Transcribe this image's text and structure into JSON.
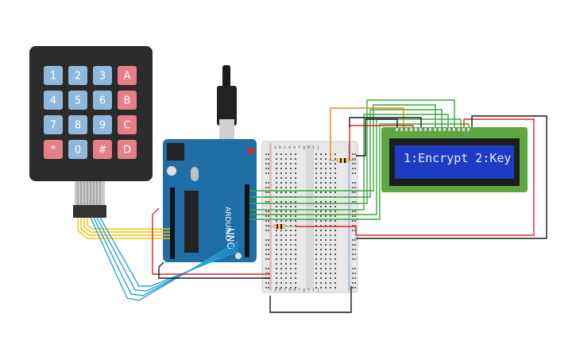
{
  "keypad": {
    "rows": [
      [
        "1",
        "2",
        "3",
        "A"
      ],
      [
        "4",
        "5",
        "6",
        "B"
      ],
      [
        "7",
        "8",
        "9",
        "C"
      ],
      [
        "*",
        "0",
        "#",
        "D"
      ]
    ],
    "colors": {
      "digit": "#8fb8db",
      "letter": "#e57f88",
      "symbol": "#e57f88"
    }
  },
  "lcd": {
    "text": "1:Encrypt 2:Key",
    "colors": {
      "pcb": "#5ea843",
      "screen": "#1d3cc4",
      "frame": "#1d1d1d"
    }
  },
  "arduino": {
    "brand_text": "UNO",
    "colors": {
      "board": "#1f6ea6"
    }
  },
  "breadboard": {
    "column_labels": "a b c d e   f g h i j"
  },
  "wire_colors": {
    "yellow": "#f5c400",
    "blue": "#2aa3d8",
    "green": "#3aa83a",
    "red": "#e0232a",
    "black": "#1a1a1a",
    "orange": "#e08a12"
  }
}
